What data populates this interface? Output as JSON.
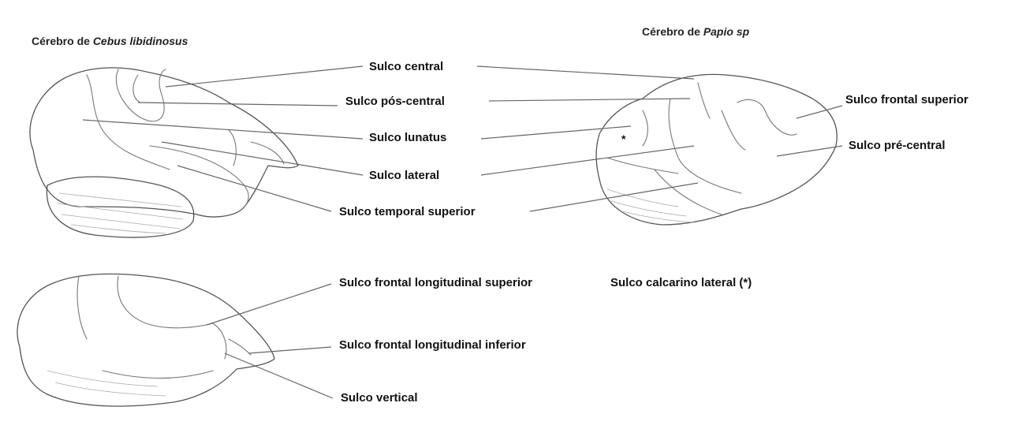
{
  "headings": {
    "cebus_prefix": "Cérebro de ",
    "cebus_species": "Cebus libidinosus",
    "papio_prefix": "Cérebro de ",
    "papio_species": "Papio sp"
  },
  "labels": {
    "sulco_central": "Sulco central",
    "sulco_pos_central": "Sulco pós-central",
    "sulco_lunatus": "Sulco lunatus",
    "sulco_lateral": "Sulco lateral",
    "sulco_temporal_superior": "Sulco temporal superior",
    "sulco_frontal_superior": "Sulco frontal superior",
    "sulco_pre_central": "Sulco pré-central",
    "sulco_frontal_longitudinal_superior": "Sulco frontal longitudinal superior",
    "sulco_calcarino_lateral": "Sulco calcarino lateral",
    "calcarino_marker": "(*)",
    "sulco_frontal_longitudinal_inferior": "Sulco frontal longitudinal inferior",
    "sulco_vertical": "Sulco vertical",
    "asterisk": "*"
  }
}
